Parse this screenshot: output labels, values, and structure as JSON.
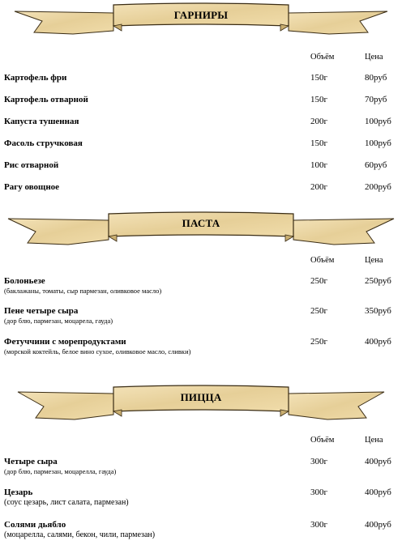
{
  "sections": [
    {
      "title": "ГАРНИРЫ",
      "col_volume": "Объём",
      "col_price": "Цена",
      "items": [
        {
          "name": "Картофель фри",
          "volume": "150г",
          "price": "80руб"
        },
        {
          "name": "Картофель отварной",
          "volume": "150г",
          "price": "70руб"
        },
        {
          "name": "Капуста тушенная",
          "volume": "200г",
          "price": "100руб"
        },
        {
          "name": "Фасоль стручковая",
          "volume": "150г",
          "price": "100руб"
        },
        {
          "name": "Рис отварной",
          "volume": "100г",
          "price": "60руб"
        },
        {
          "name": "Рагу овощное",
          "volume": "200г",
          "price": "200руб"
        }
      ]
    },
    {
      "title": "ПАСТА",
      "col_volume": "Объём",
      "col_price": "Цена",
      "items": [
        {
          "name": "Болоньезе",
          "desc": "(баклажаны, томаты, сыр пармезан, оливковое масло)",
          "volume": "250г",
          "price": "250руб"
        },
        {
          "name": "Пене четыре сыра",
          "desc": "(дор блю, пармезан, моцарела, гауда)",
          "volume": "250г",
          "price": "350руб"
        },
        {
          "name": "Фетуччини с морепродуктами",
          "desc": "(морской коктейль, белое вино сухое, оливковое масло, сливки)",
          "volume": "250г",
          "price": "400руб"
        }
      ]
    },
    {
      "title": "ПИЦЦА",
      "col_volume": "Объём",
      "col_price": "Цена",
      "items": [
        {
          "name": "Четыре сыра",
          "desc": "(дор блю, пармезан, моцарелла, гауда)",
          "volume": "300г",
          "price": "400руб"
        },
        {
          "name": "Цезарь",
          "desc": "(соус цезарь, лист салата, пармезан)",
          "volume": "300г",
          "price": "400руб"
        },
        {
          "name": "Солями дьябло",
          "desc": "(моцарелла, салями, бекон, чили, пармезан)",
          "volume": "300г",
          "price": "400руб"
        }
      ]
    }
  ]
}
